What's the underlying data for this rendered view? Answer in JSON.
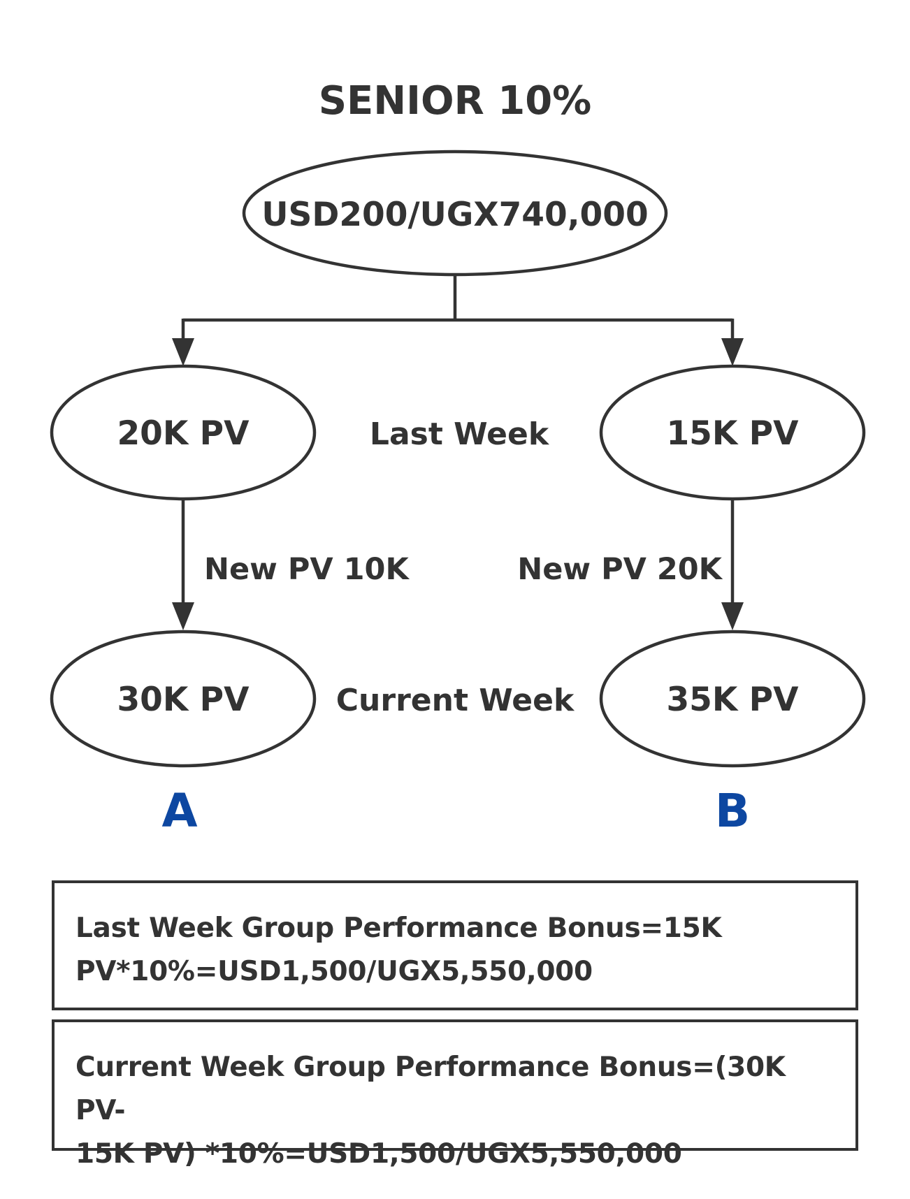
{
  "title": "SENIOR 10%",
  "root": {
    "label": "USD200/UGX740,000"
  },
  "legs": [
    {
      "letter": "A",
      "last_week": "20K PV",
      "new_pv": "New PV 10K",
      "current_week": "30K PV"
    },
    {
      "letter": "B",
      "last_week": "15K PV",
      "new_pv": "New PV 20K",
      "current_week": "35K PV"
    }
  ],
  "row_labels": {
    "last_week": "Last Week",
    "current_week": "Current Week"
  },
  "bonus": {
    "last_week_line1": "Last Week Group Performance Bonus=15K",
    "last_week_line2": "PV*10%=USD1,500/UGX5,550,000",
    "current_week_line1": "Current Week Group Performance Bonus=(30K PV-",
    "current_week_line2": "15K PV) *10%=USD1,500/UGX5,550,000"
  },
  "colors": {
    "stroke": "#333333",
    "text": "#333333",
    "leg_letter": "#0d47a1",
    "background": "#ffffff"
  }
}
